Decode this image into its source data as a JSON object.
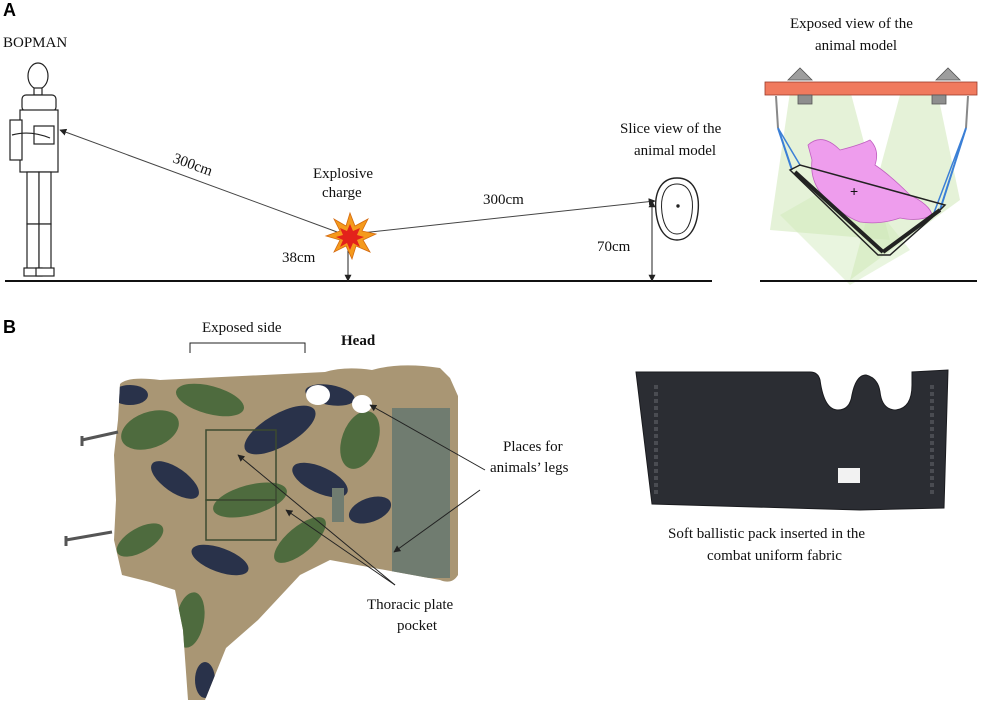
{
  "panel_a": {
    "letter": "A",
    "bopman_label": "BOPMAN",
    "distance_left": "300cm",
    "charge_label_1": "Explosive",
    "charge_label_2": "charge",
    "charge_height": "38cm",
    "distance_right": "300cm",
    "slice_label_1": "Slice view of the",
    "slice_label_2": "animal model",
    "animal_height": "70cm",
    "exposed_label_1": "Exposed view of the",
    "exposed_label_2": "animal model"
  },
  "panel_b": {
    "letter": "B",
    "exposed_side": "Exposed side",
    "head": "Head",
    "legs_label_1": "Places for",
    "legs_label_2": "animals’ legs",
    "pocket_label_1": "Thoracic plate",
    "pocket_label_2": "pocket",
    "pack_label_1": "Soft ballistic pack inserted in the",
    "pack_label_2": "combat uniform fabric"
  },
  "colors": {
    "beam": "#f07a5e",
    "pig": "#ee9ded",
    "light_cone": "#cfe8b8",
    "strap": "#3b7fd6",
    "camo_base": "#a99674",
    "camo_green": "#4e6b3e",
    "camo_dark": "#29324a",
    "pack": "#2b2d33",
    "velcro": "#707c70",
    "explosion_outer": "#f59a1c",
    "explosion_inner": "#e3221b"
  }
}
